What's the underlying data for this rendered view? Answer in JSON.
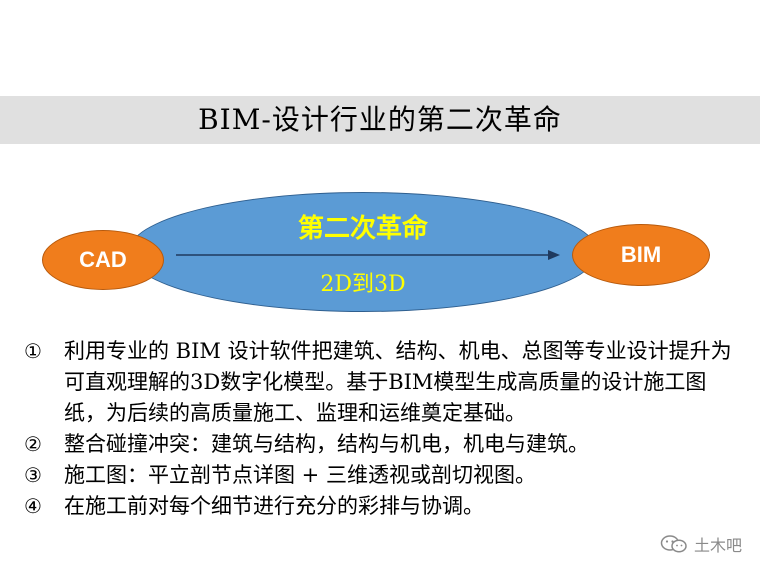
{
  "title": "BIM-设计行业的第二次革命",
  "diagram": {
    "left_node": "CAD",
    "right_node": "BIM",
    "center_top": "第二次革命",
    "center_bottom": "2D到3D",
    "colors": {
      "ellipse": "#5b9bd5",
      "node": "#f07d1c",
      "highlight_text": "#ffff00"
    }
  },
  "points": [
    {
      "marker": "①",
      "text": "利用专业的 BIM 设计软件把建筑、结构、机电、总图等专业设计提升为可直观理解的3D数字化模型。基于BIM模型生成高质量的设计施工图纸，为后续的高质量施工、监理和运维奠定基础。"
    },
    {
      "marker": "②",
      "text": "整合碰撞冲突：建筑与结构，结构与机电，机电与建筑。"
    },
    {
      "marker": "③",
      "text": "施工图：平立剖节点详图 + 三维透视或剖切视图。"
    },
    {
      "marker": "④",
      "text": "在施工前对每个细节进行充分的彩排与协调。"
    }
  ],
  "watermark": {
    "icon": "wechat-icon",
    "text": "土木吧"
  }
}
